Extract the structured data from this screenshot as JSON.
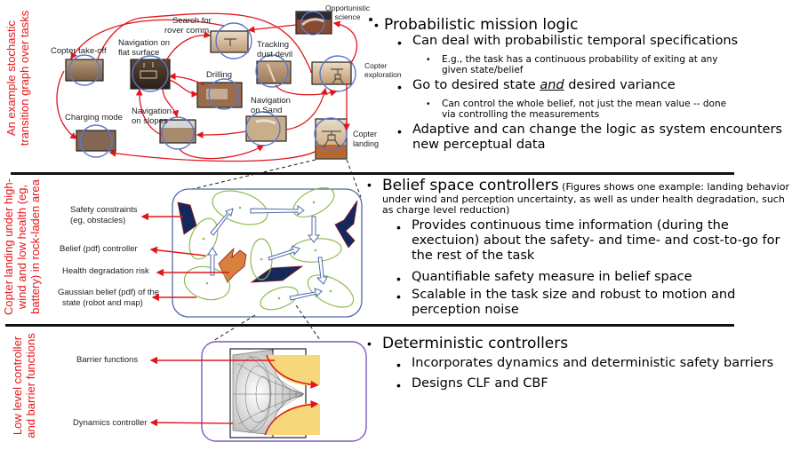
{
  "sections": {
    "top": {
      "vertical_label_line1": "An example stochastic",
      "vertical_label_line2": "transition graph over tasks",
      "graph_nodes": [
        {
          "id": "copter-takeoff",
          "label": "Copter take-off"
        },
        {
          "id": "navigation-flat",
          "label_line1": "Navigation on",
          "label_line2": "flat surface"
        },
        {
          "id": "search-rover-comm",
          "label_line1": "Search for",
          "label_line2": "rover comm."
        },
        {
          "id": "drilling",
          "label": "Drilling"
        },
        {
          "id": "tracking-dust-devil",
          "label_line1": "Tracking",
          "label_line2": "dust devil"
        },
        {
          "id": "opportunistic-science",
          "label_line1": "Opportunistic",
          "label_line2": "science"
        },
        {
          "id": "copter-exploration",
          "label_line1": "Copter",
          "label_line2": "exploration"
        },
        {
          "id": "charging-mode",
          "label": "Charging mode"
        },
        {
          "id": "navigation-slopes",
          "label_line1": "Navigation",
          "label_line2": "on slopes"
        },
        {
          "id": "navigation-sand",
          "label_line1": "Navigation",
          "label_line2": "on Sand"
        },
        {
          "id": "copter-landing",
          "label_line1": "Copter",
          "label_line2": "landing"
        }
      ],
      "bullets": {
        "heading": "Probabilistic mission logic",
        "item1": "Can deal with probabilistic temporal specifications",
        "item1_sub": "E.g., the task has a continuous probability of exiting at any given state/belief",
        "item2_pre": "Go to desired state ",
        "item2_em": "and",
        "item2_post": " desired variance",
        "item2_sub": "Can control the whole belief, not just the mean value -- done via controlling the measurements",
        "item3": "Adaptive and can change the logic as system encounters new perceptual data"
      }
    },
    "middle": {
      "vertical_label_line1": "Copter landing under high-",
      "vertical_label_line2": "wind and low health (eg,",
      "vertical_label_line3": "battery) in rock-laden area",
      "callouts": {
        "safety_line1": "Safety constraints",
        "safety_line2": "(eg, obstacles)",
        "belief_controller": "Belief (pdf) controller",
        "health_risk": "Health degradation risk",
        "gaussian_line1": "Gaussian belief (pdf) of the",
        "gaussian_line2": "state (robot and map)"
      },
      "bullets": {
        "heading": "Belief space controllers",
        "heading_note": "(Figures shows one example: landing behavior under wind and perception uncertainty, as well as under health degradation, such as charge level reduction)",
        "item1": "Provides continuous time information (during the exectuion) about the safety- and time- and cost-to-go for the rest of the task",
        "item2": "Quantifiable safety measure in belief space",
        "item3": "Scalable in the task size and robust to motion and perception noise"
      }
    },
    "bottom": {
      "vertical_label_line1": "Low level controller",
      "vertical_label_line2": "and barrier functions",
      "callouts": {
        "barrier": "Barrier functions",
        "dynamics": "Dynamics controller"
      },
      "bullets": {
        "heading": "Deterministic controllers",
        "item1": "Incorporates dynamics and deterministic safety barriers",
        "item2": "Designs CLF and CBF"
      }
    }
  },
  "colors": {
    "label_red": "#e8141a",
    "arrow_red": "#e0161b",
    "ellipse_blue": "#5b77c9",
    "belief_green": "#8dbb4f",
    "obstacle_navy": "#14285e",
    "risk_orange": "#d9803d",
    "box_blue": "#4f6aa8",
    "box_purple": "#7e57b8",
    "barrier_yellow": "#f6d77a"
  }
}
